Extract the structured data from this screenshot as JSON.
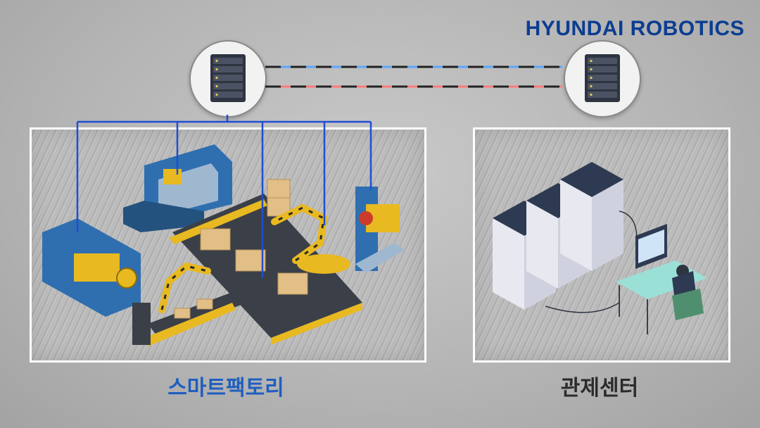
{
  "brand": {
    "text": "HYUNDAI ROBOTICS",
    "color": "#0b3d91"
  },
  "nodes": [
    {
      "name": "smart-factory-server",
      "icon": "server-rack-icon"
    },
    {
      "name": "control-center-server",
      "icon": "server-rack-icon"
    }
  ],
  "links": {
    "upper_color": "#5aa7ff",
    "lower_color": "#ff7b7b",
    "dash_color": "#222222",
    "bus_color": "#1f4fd1"
  },
  "panels": {
    "smart_factory": {
      "label": "스마트팩토리",
      "label_color": "#1f5fbf"
    },
    "control_center": {
      "label": "관제센터",
      "label_color": "#2b2b2b"
    }
  }
}
